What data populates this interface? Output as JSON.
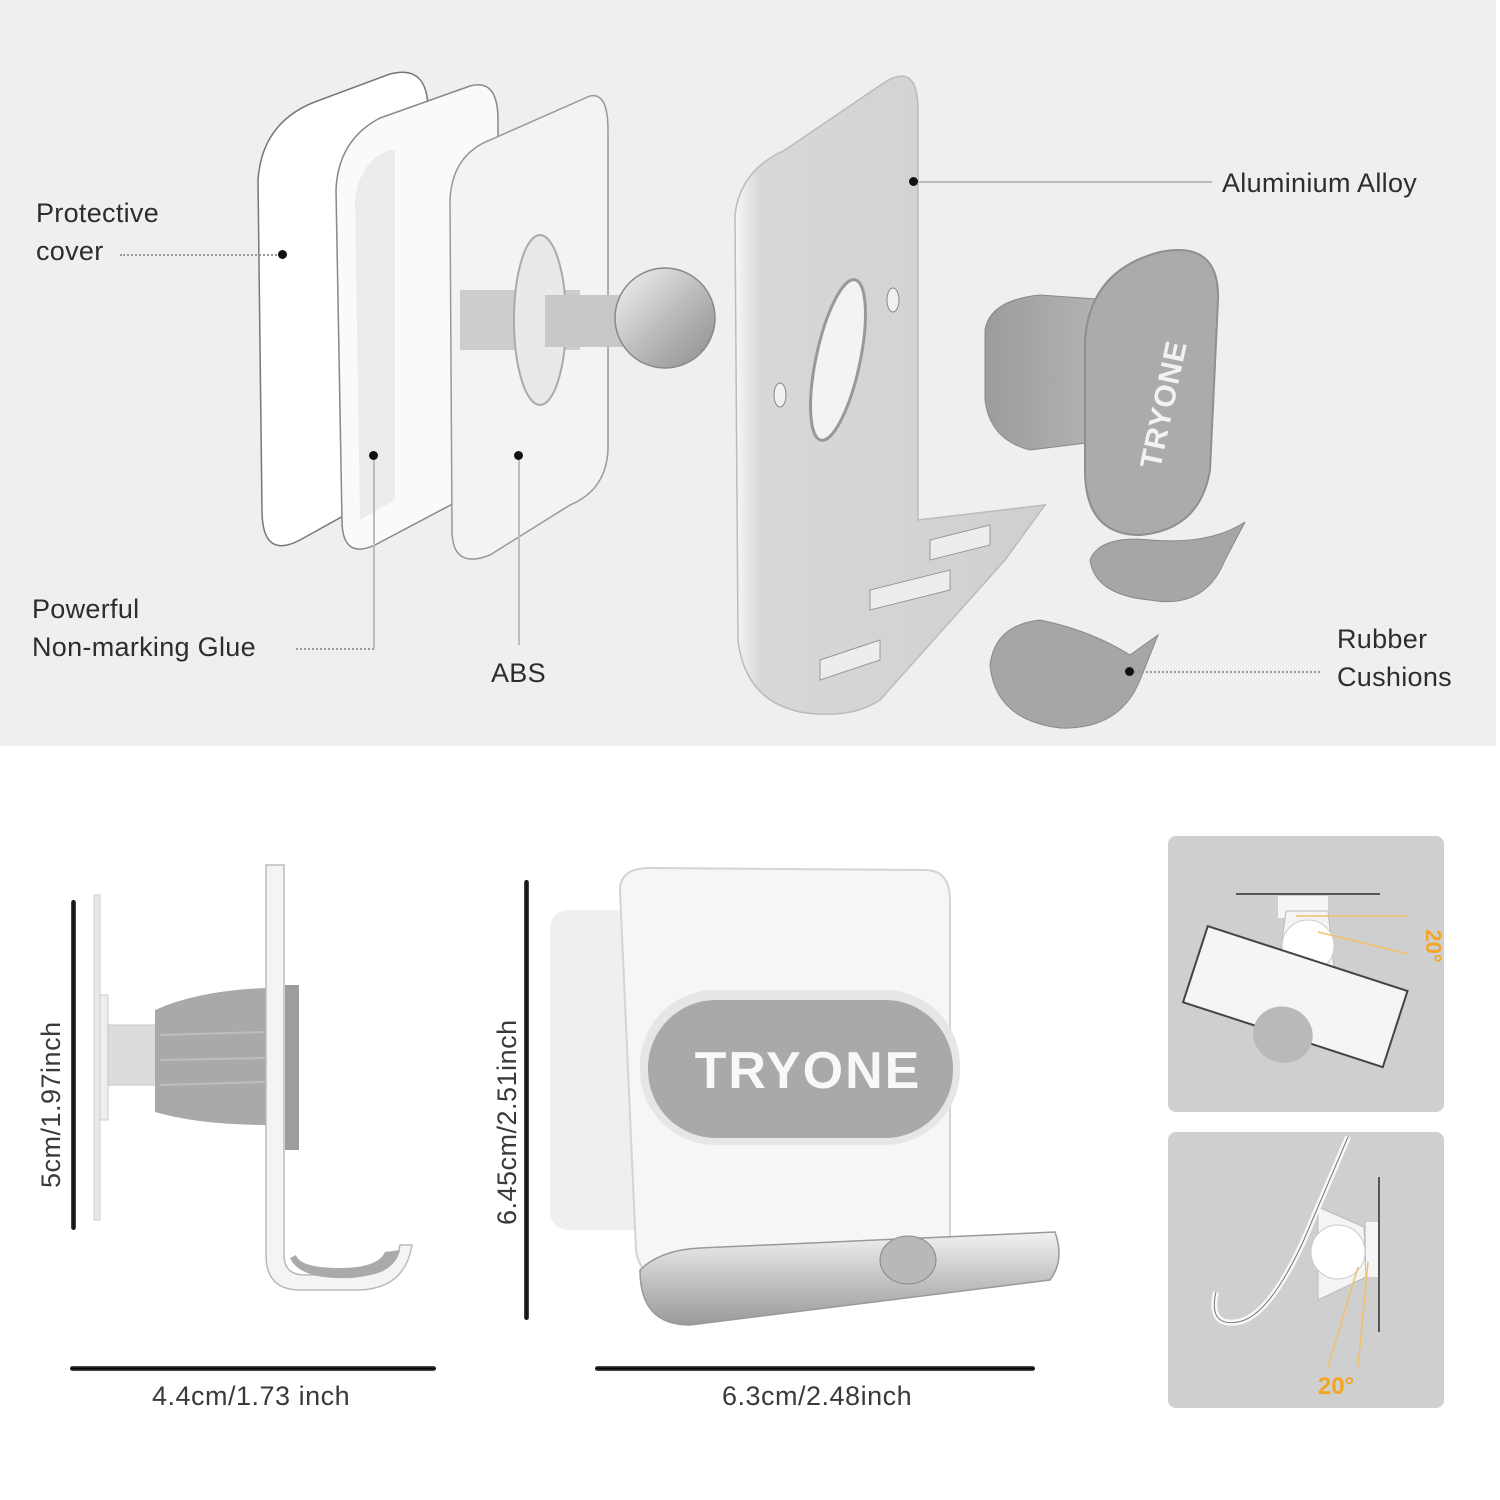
{
  "exploded_view": {
    "labels": {
      "protective_cover": [
        "Protective",
        "cover"
      ],
      "glue": [
        "Powerful",
        "Non-marking Glue"
      ],
      "abs": "ABS",
      "aluminium": "Aluminium Alloy",
      "rubber": [
        "Rubber",
        "Cushions"
      ]
    },
    "logo_text": "TRYONE"
  },
  "dimensions": {
    "side_view": {
      "height": "5cm/1.97inch",
      "width": "4.4cm/1.73 inch"
    },
    "front_view": {
      "height": "6.45cm/2.51inch",
      "width": "6.3cm/2.48inch",
      "logo_text": "TRYONE"
    }
  },
  "rotation": {
    "top_angle": "20°",
    "bottom_angle": "20°",
    "accent_color": "#f2a623"
  },
  "colors": {
    "top_background": "#efefef",
    "card_background": "#cfcfcf",
    "rubber_gray": "#a9a9a9",
    "metal": "#d4d4d4"
  }
}
